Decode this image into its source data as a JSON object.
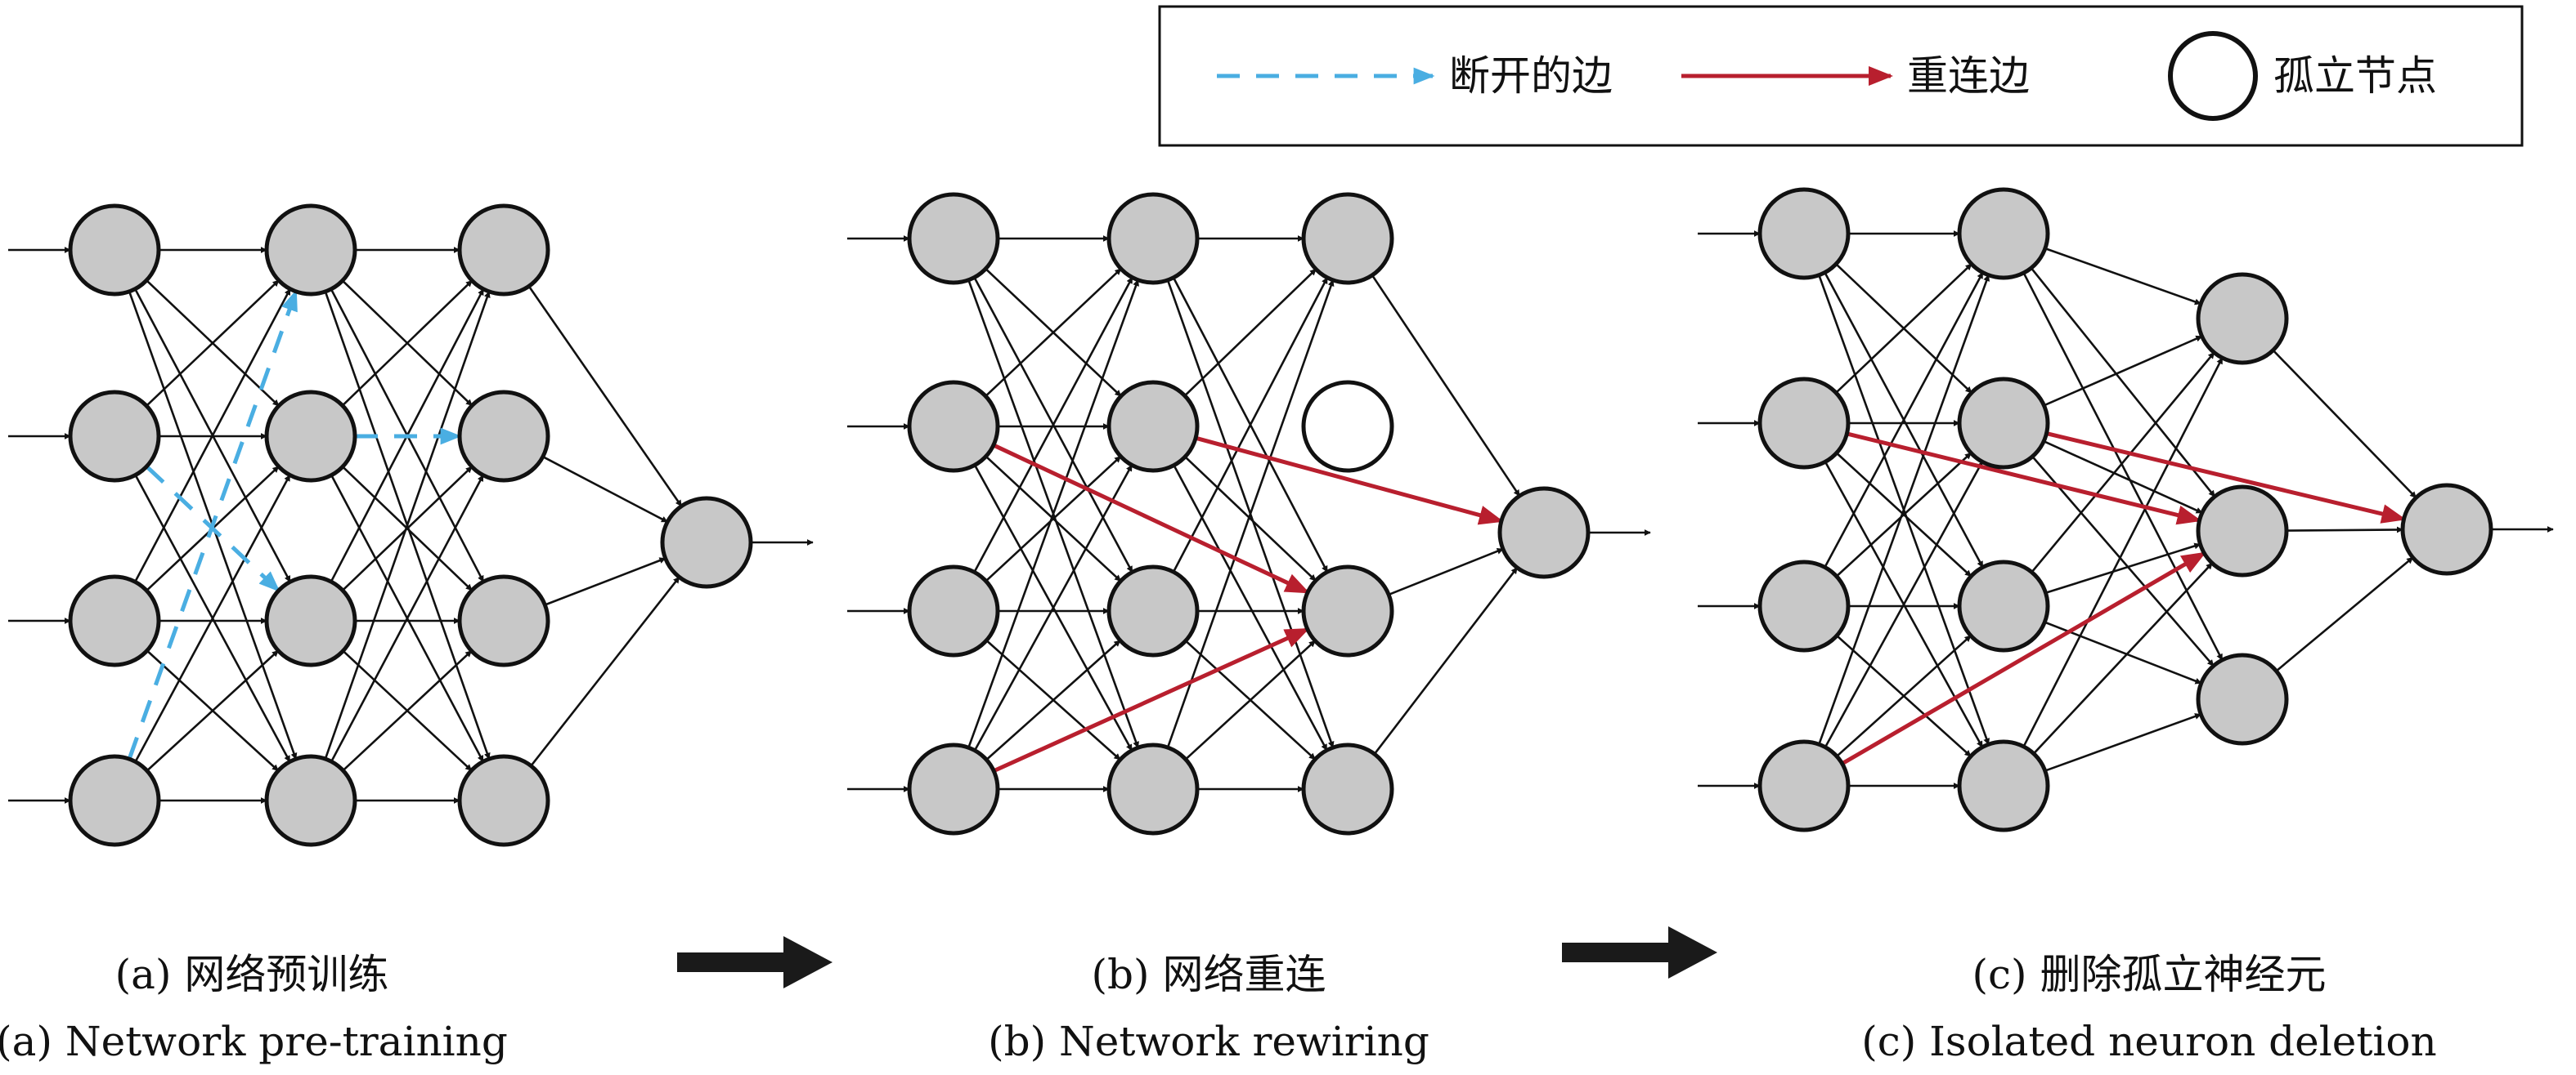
{
  "legend": {
    "removed_label": "断开的边",
    "rewired_label": "重连边",
    "isolated_label": "孤立节点",
    "removed_color": "#4aaee2",
    "rewired_color": "#b81f2e"
  },
  "panels": [
    {
      "id": "a",
      "caption_cn": "(a) 网络预训练",
      "caption_en": "(a) Network pre-training",
      "layers": [
        [
          "a0",
          "a1",
          "a2",
          "a3"
        ],
        [
          "b0",
          "b1",
          "b2",
          "b3"
        ],
        [
          "c0",
          "c1",
          "c2",
          "c3"
        ],
        [
          "o"
        ]
      ],
      "removed_edges": [
        [
          "a3",
          "b0"
        ],
        [
          "a1",
          "b2"
        ],
        [
          "b1",
          "c1"
        ]
      ],
      "rewired_edges": [],
      "isolated_nodes": []
    },
    {
      "id": "b",
      "caption_cn": "(b) 网络重连",
      "caption_en": "(b) Network rewiring",
      "layers": [
        [
          "a0",
          "a1",
          "a2",
          "a3"
        ],
        [
          "b0",
          "b1",
          "b2",
          "b3"
        ],
        [
          "c0",
          "c1",
          "c2",
          "c3"
        ],
        [
          "o"
        ]
      ],
      "removed_edges": [],
      "rewired_edges": [
        [
          "a1",
          "c2"
        ],
        [
          "a3",
          "c2"
        ],
        [
          "b1",
          "o"
        ]
      ],
      "isolated_nodes": [
        "c1"
      ]
    },
    {
      "id": "c",
      "caption_cn": "(c) 删除孤立神经元",
      "caption_en": "(c) Isolated neuron deletion",
      "layers": [
        [
          "a0",
          "a1",
          "a2",
          "a3"
        ],
        [
          "b0",
          "b1",
          "b2",
          "b3"
        ],
        [
          "c0",
          "c1",
          "c2"
        ],
        [
          "o"
        ]
      ],
      "removed_edges": [],
      "rewired_edges": [
        [
          "a1",
          "c1"
        ],
        [
          "a3",
          "c1"
        ],
        [
          "b1",
          "o"
        ]
      ],
      "isolated_nodes": []
    }
  ]
}
